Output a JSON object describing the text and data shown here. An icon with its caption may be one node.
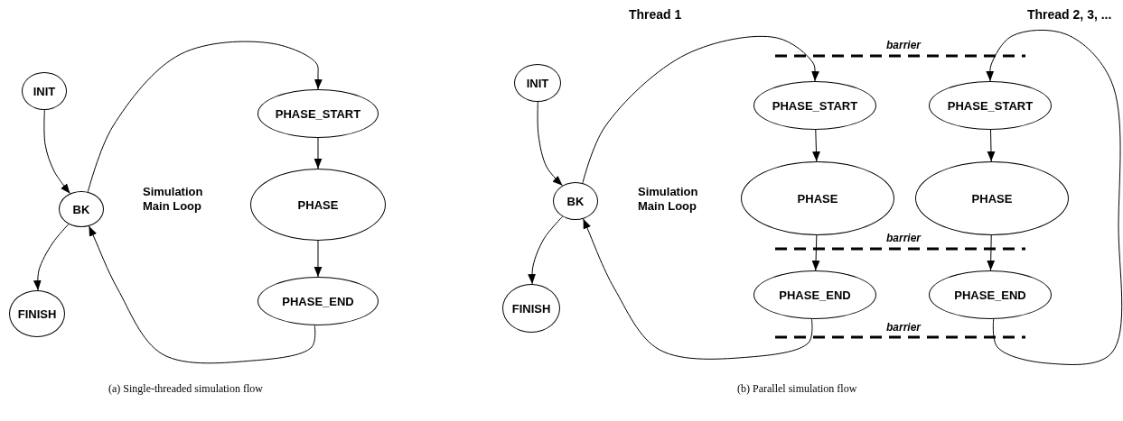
{
  "diagram": {
    "nodes": [
      {
        "text": [
          "INIT"
        ]
      },
      {
        "text": [
          "BK"
        ]
      },
      {
        "text": [
          "FINISH"
        ]
      },
      {
        "text": [
          "PHASE_START"
        ]
      },
      {
        "text": [
          "PHASE"
        ]
      },
      {
        "text": [
          "PHASE_END"
        ]
      },
      {
        "text": [
          "INIT"
        ]
      },
      {
        "text": [
          "BK"
        ]
      },
      {
        "text": [
          "FINISH"
        ]
      },
      {
        "text": [
          "PHASE_START"
        ]
      },
      {
        "text": [
          "PHASE"
        ]
      },
      {
        "text": [
          "PHASE_END"
        ]
      },
      {
        "text": [
          "PHASE_START"
        ]
      },
      {
        "text": [
          "PHASE"
        ]
      },
      {
        "text": [
          "PHASE_END"
        ]
      }
    ],
    "edges": [
      {
        "from": 0,
        "to": 1,
        "arrow": "to"
      },
      {
        "from": 1,
        "to": 2,
        "arrow": "to"
      },
      {
        "from": 1,
        "to": 3,
        "arrow": "to"
      },
      {
        "from": 3,
        "to": 4,
        "arrow": "to"
      },
      {
        "from": 4,
        "to": 5,
        "arrow": "to"
      },
      {
        "from": 5,
        "to": 1,
        "arrow": "to"
      },
      {
        "from": 6,
        "to": 7,
        "arrow": "to"
      },
      {
        "from": 7,
        "to": 8,
        "arrow": "to"
      },
      {
        "from": 7,
        "to": 9,
        "arrow": "to"
      },
      {
        "from": 9,
        "to": 10,
        "arrow": "to"
      },
      {
        "from": 10,
        "to": 11,
        "arrow": "to"
      },
      {
        "from": 11,
        "to": 7,
        "arrow": "to"
      },
      {
        "from": 12,
        "to": 13,
        "arrow": "to"
      },
      {
        "from": 13,
        "to": 14,
        "arrow": "to"
      },
      {
        "from": 14,
        "to": 12,
        "arrow": "to"
      }
    ],
    "labels": [
      "Simulation Main Loop",
      "(a) Single-threaded simulation flow",
      "Thread 1",
      "Thread 2, 3, ...",
      "barrier",
      "Simulation Main Loop",
      "barrier",
      "barrier",
      "(b) Parallel simulation flow"
    ]
  }
}
